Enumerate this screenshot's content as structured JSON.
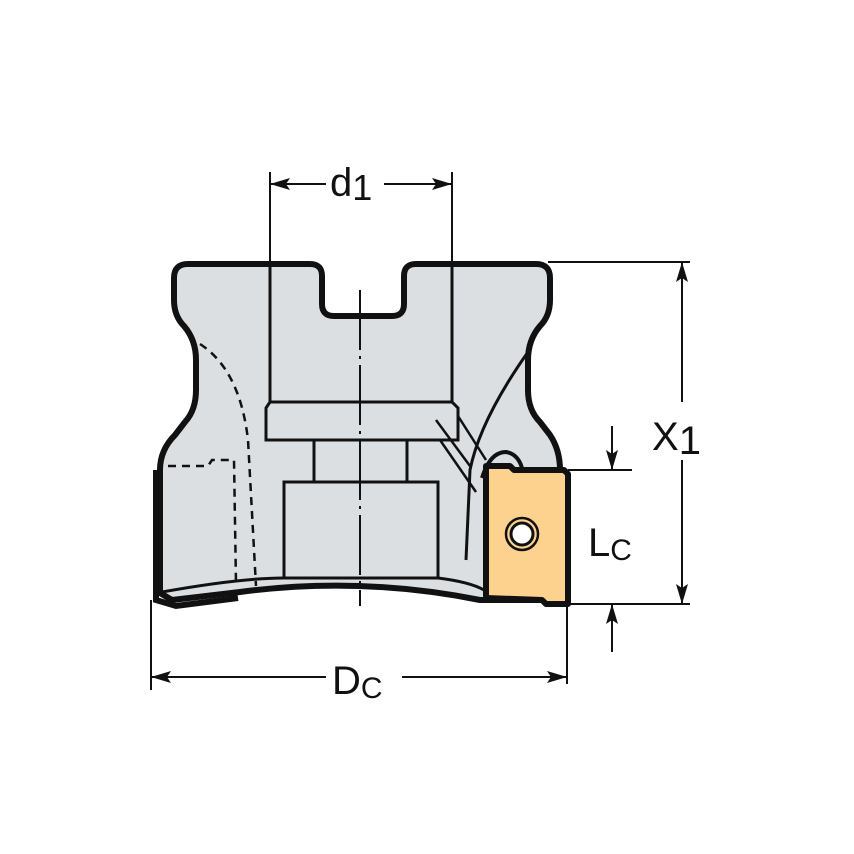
{
  "diagram": {
    "subject": "face milling cutter with indexable insert",
    "colors": {
      "background": "#ffffff",
      "body_fill": "#dcdfe2",
      "insert_fill": "#fdd28f",
      "outline": "#111111"
    },
    "dimensions": {
      "d1": {
        "main": "d",
        "sub": "1"
      },
      "x1": {
        "main": "X",
        "sub": "1"
      },
      "lc": {
        "main": "L",
        "sub": "C"
      },
      "dc": {
        "main": "D",
        "sub": "C"
      }
    }
  }
}
